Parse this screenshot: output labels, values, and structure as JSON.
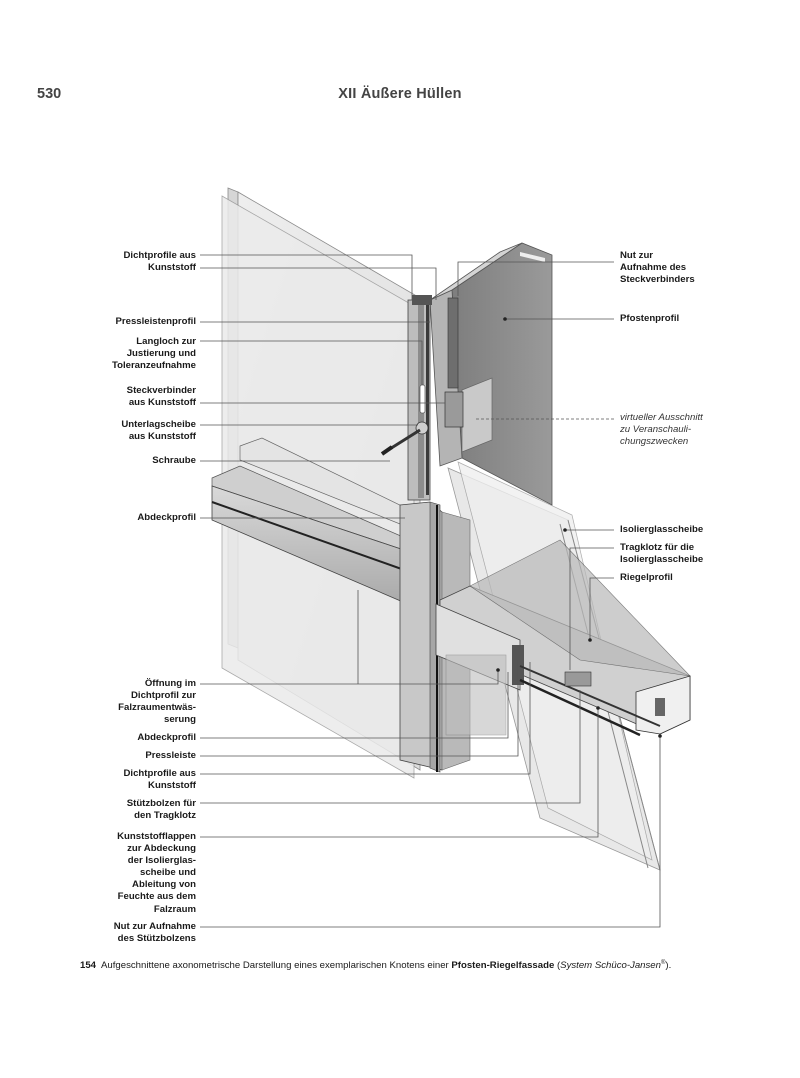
{
  "header": {
    "page_number": "530",
    "chapter_title": "XII  Äußere Hüllen"
  },
  "labels_left": [
    {
      "id": "dichtprofile-1",
      "lines": [
        "Dichtprofile aus",
        "Kunststoff"
      ]
    },
    {
      "id": "pressleistenprofil",
      "lines": [
        "Pressleistenprofil"
      ]
    },
    {
      "id": "langloch",
      "lines": [
        "Langloch zur",
        "Justierung und",
        "Toleranzeufnahme"
      ]
    },
    {
      "id": "steckverbinder",
      "lines": [
        "Steckverbinder",
        "aus Kunststoff"
      ]
    },
    {
      "id": "unterlagscheibe",
      "lines": [
        "Unterlagscheibe",
        "aus Kunststoff"
      ]
    },
    {
      "id": "schraube",
      "lines": [
        "Schraube"
      ]
    },
    {
      "id": "abdeckprofil-1",
      "lines": [
        "Abdeckprofil"
      ]
    },
    {
      "id": "oeffnung",
      "lines": [
        "Öffnung im",
        "Dichtprofil zur",
        "Falzraumentwäs-",
        "serung"
      ]
    },
    {
      "id": "abdeckprofil-2",
      "lines": [
        "Abdeckprofil"
      ]
    },
    {
      "id": "pressleiste",
      "lines": [
        "Pressleiste"
      ]
    },
    {
      "id": "dichtprofile-2",
      "lines": [
        "Dichtprofile aus",
        "Kunststoff"
      ]
    },
    {
      "id": "stuetzbolzen",
      "lines": [
        "Stützbolzen für",
        "den Tragklotz"
      ]
    },
    {
      "id": "kunststofflappen",
      "lines": [
        "Kunststofflappen",
        "zur Abdeckung",
        "der Isolierglas-",
        "scheibe und",
        "Ableitung von",
        "Feuchte aus dem",
        "Falzraum"
      ]
    },
    {
      "id": "nut-stuetzbolzen",
      "lines": [
        "Nut zur Aufnahme",
        "des Stützbolzens"
      ]
    }
  ],
  "labels_right": [
    {
      "id": "nut-steckverbinder",
      "lines": [
        "Nut zur",
        "Aufnahme des",
        "Steckverbinders"
      ]
    },
    {
      "id": "pfostenprofil",
      "lines": [
        "Pfostenprofil"
      ]
    },
    {
      "id": "virtueller-ausschnitt",
      "lines": [
        "virtueller Ausschnitt",
        "zu Veranschauli-",
        "chungszwecken"
      ],
      "italic": true
    },
    {
      "id": "isolierglasscheibe",
      "lines": [
        "Isolierglasscheibe"
      ]
    },
    {
      "id": "tragklotz",
      "lines": [
        "Tragklotz für die",
        "Isolierglasscheibe"
      ]
    },
    {
      "id": "riegelprofil",
      "lines": [
        "Riegelprofil"
      ]
    }
  ],
  "caption": {
    "number": "154",
    "text_before": "Aufgeschnittene axonometrische Darstellung eines exemplarischen Knotens einer ",
    "bold_text": "Pfosten-Riegelfassade",
    "text_between": " (",
    "italic_text": "System Schüco-Jansen",
    "superscript": "®",
    "text_after": ")."
  },
  "colors": {
    "mullion": "#8c8c8c",
    "glass": "#e6e6e6",
    "leader": "#555555"
  }
}
